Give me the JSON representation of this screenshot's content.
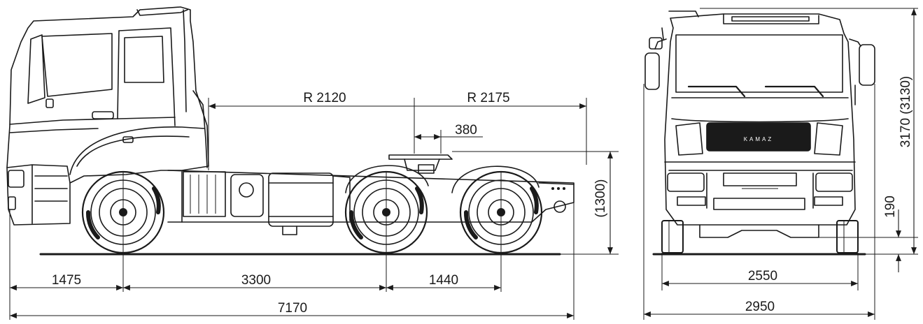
{
  "diagram": {
    "side_view": {
      "dimensions": {
        "front_overhang": "1475",
        "wheelbase_front": "3300",
        "wheelbase_rear": "1440",
        "overall_length": "7170",
        "radius_front": "R 2120",
        "radius_rear": "R 2175",
        "fifth_wheel_offset": "380",
        "fifth_wheel_height": "(1300)"
      }
    },
    "front_view": {
      "grille_text": "KAMAZ",
      "dimensions": {
        "overall_height": "3170 (3130)",
        "ground_clearance": "190",
        "track_width": "2550",
        "overall_width": "2950"
      }
    }
  }
}
